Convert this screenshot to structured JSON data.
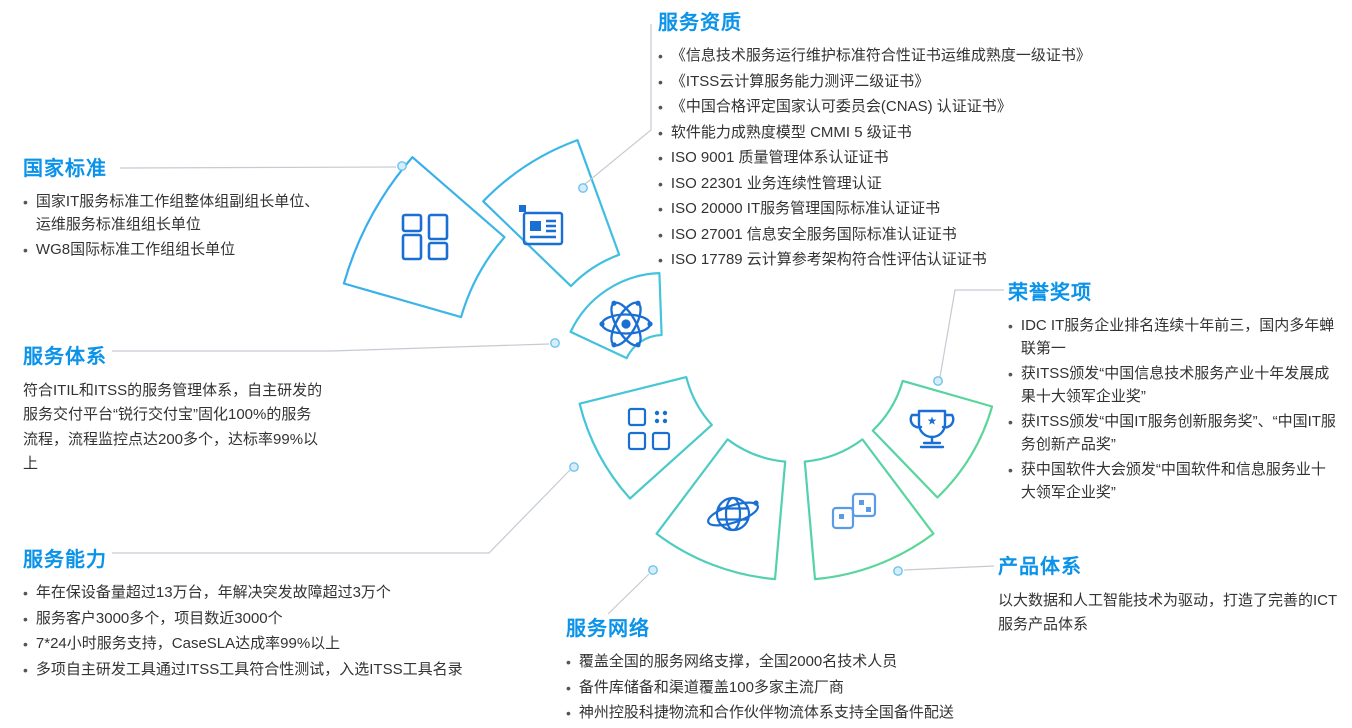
{
  "ui": {
    "bullet": "•"
  },
  "colors": {
    "title": "#0b93ea",
    "body_text": "#333333",
    "icon_blue": "#1a6fd4",
    "icon_blue_light": "#5b9ae6",
    "arc_start": "#35a9f0",
    "arc_mid": "#45c6da",
    "arc_end": "#5fd98b",
    "leader_line": "#c5cbd2",
    "dot_fill": "#d8edf9",
    "dot_stroke": "#6ec4ef"
  },
  "sections": {
    "national_standards": {
      "title": "国家标准",
      "items": [
        "国家IT服务标准工作组整体组副组长单位、运维服务标准组组长单位",
        "WG8国际标准工作组组长单位"
      ]
    },
    "qualifications": {
      "title": "服务资质",
      "items": [
        "《信息技术服务运行维护标准符合性证书运维成熟度一级证书》",
        "《ITSS云计算服务能力测评二级证书》",
        "《中国合格评定国家认可委员会(CNAS) 认证证书》",
        "软件能力成熟度模型 CMMI 5 级证书",
        "ISO 9001 质量管理体系认证证书",
        "ISO 22301 业务连续性管理认证",
        "ISO 20000 IT服务管理国际标准认证证书",
        "ISO 27001 信息安全服务国际标准认证证书",
        "ISO 17789 云计算参考架构符合性评估认证证书"
      ]
    },
    "service_system": {
      "title": "服务体系",
      "body": "符合ITIL和ITSS的服务管理体系，自主研发的服务交付平台“锐行交付宝”固化100%的服务流程，流程监控点达200多个，达标率99%以上"
    },
    "honors": {
      "title": "荣誉奖项",
      "items": [
        "IDC IT服务企业排名连续十年前三，国内多年蝉联第一",
        "获ITSS颁发“中国信息技术服务产业十年发展成果十大领军企业奖”",
        "获ITSS颁发“中国IT服务创新服务奖”、“中国IT服务创新产品奖”",
        "获中国软件大会颁发“中国软件和信息服务业十大领军企业奖”"
      ]
    },
    "capability": {
      "title": "服务能力",
      "items": [
        "年在保设备量超过13万台，年解决突发故障超过3万个",
        "服务客户3000多个，项目数近3000个",
        "7*24小时服务支持，CaseSLA达成率99%以上",
        "多项自主研发工具通过ITSS工具符合性测试，入选ITSS工具名录"
      ]
    },
    "network": {
      "title": "服务网络",
      "items": [
        "覆盖全国的服务网络支撑，全国2000名技术人员",
        "备件库储备和渠道覆盖100多家主流厂商",
        "神州控股科捷物流和合作伙伴物流体系支持全国备件配送"
      ]
    },
    "products": {
      "title": "产品体系",
      "body": "以大数据和人工智能技术为驱动，打造了完善的ICT服务产品体系"
    }
  },
  "diagram": {
    "icons": [
      "blocks-icon",
      "document-icon",
      "atom-icon",
      "apps-grid-icon",
      "globe-icon",
      "dice-icon",
      "trophy-icon"
    ]
  }
}
